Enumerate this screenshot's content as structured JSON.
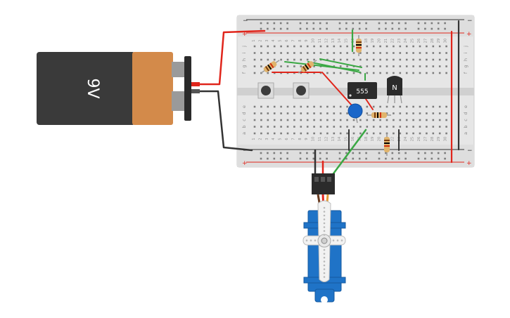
{
  "battery": {
    "label": "9V",
    "body_color": "#3a3a3a",
    "cap_color": "#d38a4a"
  },
  "chip": {
    "label": "555"
  },
  "transistor": {
    "label": "N"
  },
  "breadboard": {
    "row_letters_top": [
      "j",
      "i",
      "h",
      "g",
      "f"
    ],
    "row_letters_bottom": [
      "e",
      "d",
      "c",
      "b",
      "a"
    ],
    "columns": [
      1,
      2,
      3,
      4,
      5,
      6,
      7,
      8,
      9,
      10,
      11,
      12,
      13,
      14,
      15,
      16,
      17,
      18,
      19,
      20,
      21,
      22,
      23,
      24,
      25,
      26,
      27,
      28,
      29,
      30
    ],
    "rail_minus": "−",
    "rail_plus": "+"
  },
  "colors": {
    "red_wire": "#e0251b",
    "black_wire": "#333333",
    "green_wire": "#3aa844",
    "servo_blue": "#1f73c7",
    "capacitor_blue": "#1a66c9"
  }
}
